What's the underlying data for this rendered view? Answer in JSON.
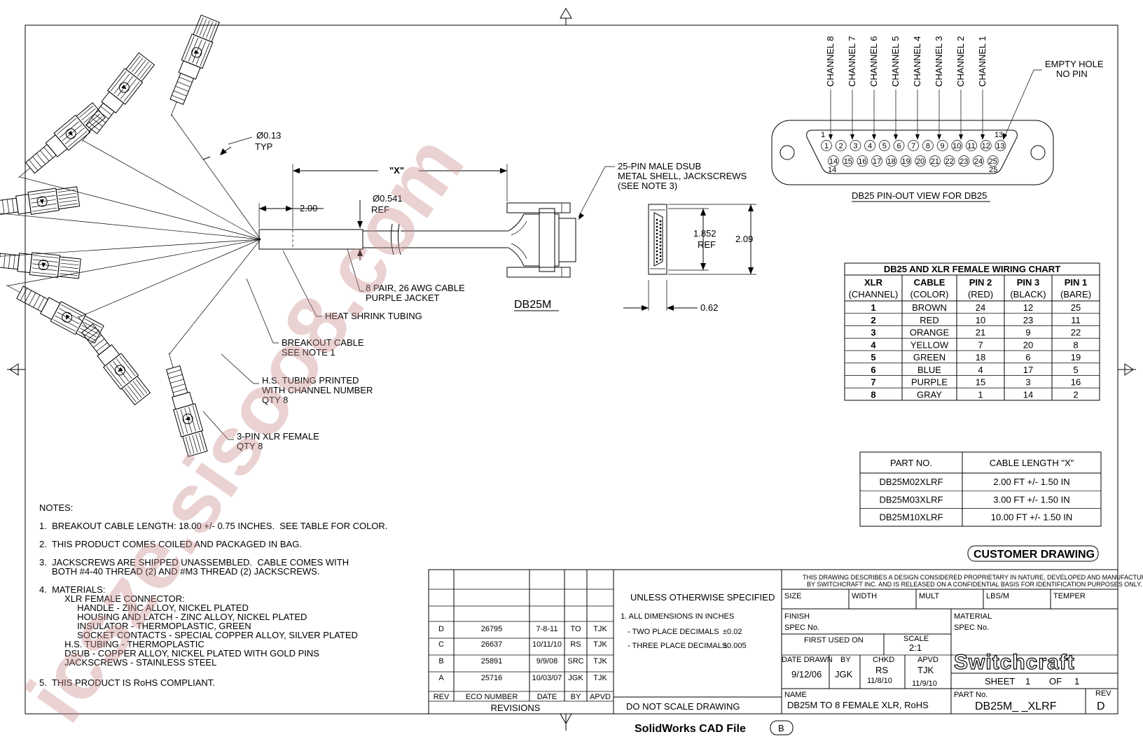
{
  "watermark": "icsze.sisoo8.com",
  "callouts": {
    "dia_013": "Ø0.13",
    "typ": "TYP",
    "x_dim": "\"X\"",
    "dim_200": "2.00",
    "dia_0541": "Ø0.541",
    "ref": "REF",
    "cable_1": "8 PAIR, 26 AWG CABLE",
    "cable_2": "PURPLE JACKET",
    "heat_shrink": "HEAT SHRINK TUBING",
    "breakout_1": "BREAKOUT CABLE",
    "breakout_2": "SEE NOTE 1",
    "hs_1": "H.S. TUBING PRINTED",
    "hs_2": "WITH CHANNEL NUMBER",
    "hs_3": "QTY 8",
    "xlr_1": "3-PIN XLR FEMALE",
    "xlr_2": "QTY 8",
    "dsub_1": "25-PIN MALE DSUB",
    "dsub_2": "METAL SHELL, JACKSCREWS",
    "dsub_3": "(SEE NOTE 3)",
    "db25m": "DB25M",
    "dim_1852": "1.852",
    "dim_1852_ref": "REF",
    "dim_209": "2.09",
    "dim_062": "0.62"
  },
  "pinout": {
    "channels": [
      "CHANNEL 8",
      "CHANNEL 7",
      "CHANNEL 6",
      "CHANNEL 5",
      "CHANNEL 4",
      "CHANNEL 3",
      "CHANNEL 2",
      "CHANNEL 1"
    ],
    "empty_hole_1": "EMPTY HOLE",
    "empty_hole_2": "NO PIN",
    "top_pins": [
      "1",
      "2",
      "3",
      "4",
      "5",
      "6",
      "7",
      "8",
      "9",
      "10",
      "11",
      "12",
      "13"
    ],
    "bottom_pins": [
      "14",
      "15",
      "16",
      "17",
      "18",
      "19",
      "20",
      "21",
      "22",
      "23",
      "24",
      "25"
    ],
    "label_1": "1",
    "label_13": "13",
    "label_14": "14",
    "label_25": "25",
    "caption": "DB25 PIN-OUT VIEW FOR DB25"
  },
  "wiring": {
    "title": "DB25 AND XLR FEMALE WIRING CHART",
    "headers": [
      [
        "XLR",
        "(CHANNEL)"
      ],
      [
        "CABLE",
        "(COLOR)"
      ],
      [
        "PIN 2",
        "(RED)"
      ],
      [
        "PIN 3",
        "(BLACK)"
      ],
      [
        "PIN 1",
        "(BARE)"
      ]
    ],
    "rows": [
      [
        "1",
        "BROWN",
        "24",
        "12",
        "25"
      ],
      [
        "2",
        "RED",
        "10",
        "23",
        "11"
      ],
      [
        "3",
        "ORANGE",
        "21",
        "9",
        "22"
      ],
      [
        "4",
        "YELLOW",
        "7",
        "20",
        "8"
      ],
      [
        "5",
        "GREEN",
        "18",
        "6",
        "19"
      ],
      [
        "6",
        "BLUE",
        "4",
        "17",
        "5"
      ],
      [
        "7",
        "PURPLE",
        "15",
        "3",
        "16"
      ],
      [
        "8",
        "GRAY",
        "1",
        "14",
        "2"
      ]
    ]
  },
  "parts": {
    "headers": [
      "PART NO.",
      "CABLE LENGTH \"X\""
    ],
    "rows": [
      [
        "DB25M02XLRF",
        "2.00 FT +/- 1.50 IN"
      ],
      [
        "DB25M03XLRF",
        "3.00 FT +/- 1.50 IN"
      ],
      [
        "DB25M10XLRF",
        "10.00 FT +/- 1.50 IN"
      ]
    ]
  },
  "customer_drawing": "CUSTOMER DRAWING",
  "notes": {
    "title": "NOTES:",
    "lines": [
      "1.  BREAKOUT CABLE LENGTH: 18.00 +/- 0.75 INCHES.  SEE TABLE FOR COLOR.",
      "2.  THIS PRODUCT COMES COILED AND PACKAGED IN BAG.",
      "3.  JACKSCREWS ARE SHIPPED UNASSEMBLED.  CABLE COMES WITH",
      "     BOTH #4-40 THREAD (2) AND #M3 THREAD (2) JACKSCREWS.",
      "4.  MATERIALS:",
      "          XLR FEMALE CONNECTOR:",
      "               HANDLE - ZINC ALLOY, NICKEL PLATED",
      "               HOUSING AND LATCH - ZINC ALLOY, NICKEL PLATED",
      "               INSULATOR - THERMOPLASTIC, GREEN",
      "               SOCKET CONTACTS - SPECIAL COPPER ALLOY, SILVER PLATED",
      "          H.S. TUBING - THERMOPLASTIC",
      "          DSUB - COPPER ALLOY, NICKEL PLATED WITH GOLD PINS",
      "          JACKSCREWS - STAINLESS STEEL",
      "5.  THIS PRODUCT IS RoHS COMPLIANT."
    ]
  },
  "revisions": {
    "rows": [
      [
        "D",
        "26795",
        "7-8-11",
        "TO",
        "TJK"
      ],
      [
        "C",
        "26637",
        "10/11/10",
        "RS",
        "TJK"
      ],
      [
        "B",
        "25891",
        "9/9/08",
        "SRC",
        "TJK"
      ],
      [
        "A",
        "25716",
        "10/03/07",
        "JGK",
        "TJK"
      ]
    ],
    "headers": [
      "REV",
      "ECO NUMBER",
      "DATE",
      "BY",
      "APVD"
    ],
    "title": "REVISIONS"
  },
  "spec": {
    "title": "UNLESS OTHERWISE SPECIFIED",
    "line1": "1. ALL DIMENSIONS IN INCHES",
    "line2": "- TWO PLACE DECIMALS",
    "line2_val": "±0.02",
    "line3": "- THREE PLACE DECIMALS",
    "line3_val": "±0.005",
    "do_not_scale": "DO NOT SCALE DRAWING"
  },
  "title_block": {
    "proprietary_1": "THIS DRAWING DESCRIBES A DESIGN CONSIDERED PROPRIETARY IN NATURE, DEVELOPED AND MANUFACTURED",
    "proprietary_2": "BY SWITCHCRAFT INC. AND IS RELEASED ON A CONFIDENTIAL BASIS FOR IDENTIFICATION PURPOSES ONLY.",
    "size": "SIZE",
    "width": "WIDTH",
    "mult": "MULT",
    "lbs": "LBS/M",
    "temper": "TEMPER",
    "finish": "FINISH",
    "spec_no": "SPEC No.",
    "material": "MATERIAL",
    "spec_no_2": "SPEC No.",
    "first_used": "FIRST USED ON",
    "scale": "SCALE",
    "scale_val": "2:1",
    "logo": "Switchcraft",
    "date_drawn": "DATE DRAWN",
    "date_drawn_val": "9/12/06",
    "by": "BY",
    "by_val": "JGK",
    "chkd": "CHKD",
    "chkd_val": "RS",
    "chkd_date": "11/8/10",
    "apvd": "APVD",
    "apvd_val": "TJK",
    "apvd_date": "11/9/10",
    "sheet": "SHEET",
    "sheet_val": "1",
    "of": "OF",
    "of_val": "1",
    "name": "NAME",
    "name_val": "DB25M TO 8 FEMALE XLR, RoHS",
    "part_no": "PART No.",
    "part_no_val": "DB25M_ _XLRF",
    "rev": "REV",
    "rev_val": "D"
  },
  "footer": {
    "cad": "SolidWorks CAD File",
    "cad_badge": "B"
  }
}
